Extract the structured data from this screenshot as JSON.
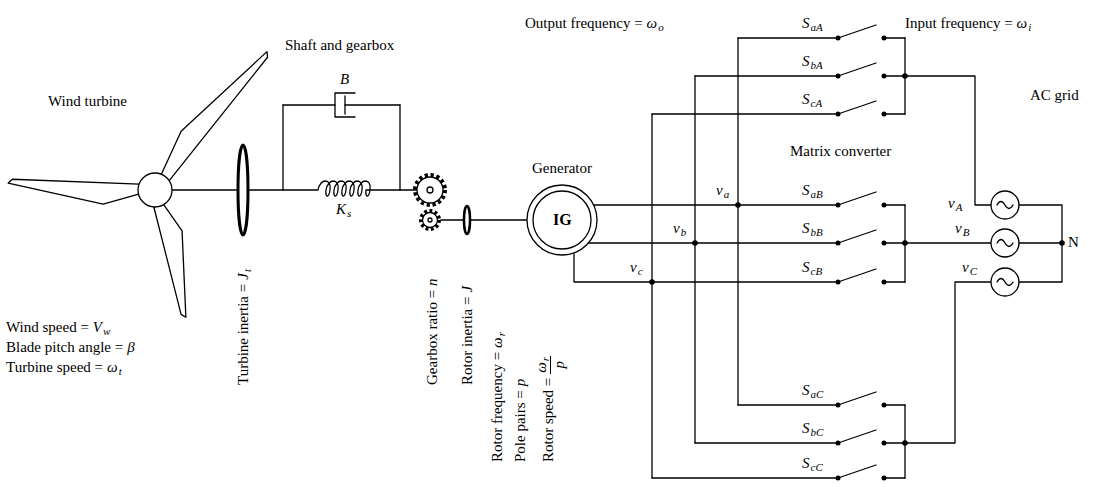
{
  "diagram": {
    "nodes": [
      {
        "text": [
          "Generator",
          "IG"
        ]
      }
    ],
    "labels": [
      "Wind turbine",
      "Wind speed =",
      "V",
      "w",
      "Blade pitch angle =",
      "β",
      "Turbine speed =",
      "ω",
      "t",
      "Shaft and gearbox",
      "B",
      "K",
      "s",
      "Turbine inertia =",
      "J",
      "t",
      "Gearbox ratio =",
      "n",
      "Rotor inertia =",
      "J",
      "Rotor frequency =",
      "ω",
      "r",
      "Pole pairs =",
      "p",
      "Rotor speed =",
      "ω",
      "r",
      "p",
      "Output frequency =",
      "ω",
      "o",
      "Input frequency =",
      "ω",
      "i",
      "Matrix converter",
      "AC grid",
      "v",
      "a",
      "v",
      "b",
      "v",
      "c",
      "v",
      "A",
      "v",
      "B",
      "v",
      "C",
      "N",
      "S",
      "aA",
      "S",
      "bA",
      "S",
      "cA",
      "S",
      "aB",
      "S",
      "bB",
      "S",
      "cB",
      "S",
      "aC",
      "S",
      "bC",
      "S",
      "cC"
    ]
  }
}
